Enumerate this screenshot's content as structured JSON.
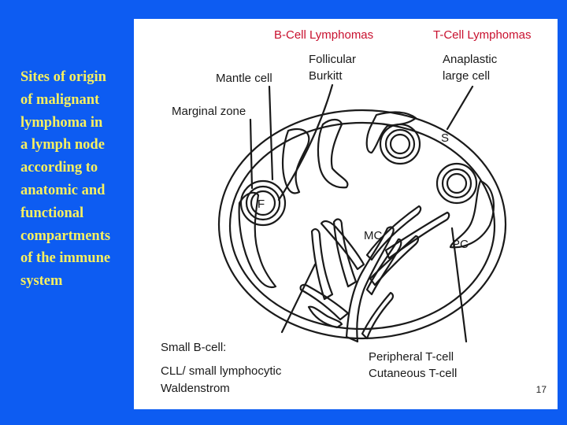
{
  "slide": {
    "background_color": "#0d5cf2",
    "caption_color": "#f7f060",
    "caption_lines": [
      "Sites of origin",
      "of malignant",
      "lymphoma in",
      "a lymph node",
      "according to",
      "anatomic and",
      "functional",
      "compartments",
      "of the immune",
      "system"
    ],
    "page_number": "17"
  },
  "diagram": {
    "headers": {
      "b_cell": "B-Cell Lymphomas",
      "t_cell": "T-Cell Lymphomas",
      "color": "#c8102e"
    },
    "labels": {
      "mantle_cell": "Mantle cell",
      "follicular": "Follicular",
      "burkitt": "Burkitt",
      "anaplastic": "Anaplastic",
      "large_cell": "large cell",
      "marginal_zone": "Marginal zone",
      "small_b_cell": "Small B-cell:",
      "cll": "CLL/ small lymphocytic",
      "waldenstrom": "Waldenstrom",
      "peripheral_t": "Peripheral T-cell",
      "cutaneous_t": "Cutaneous T-cell"
    },
    "markers": {
      "follicle": "F",
      "sinus": "S",
      "medullary_cords": "MC",
      "paracortex": "PC"
    }
  }
}
